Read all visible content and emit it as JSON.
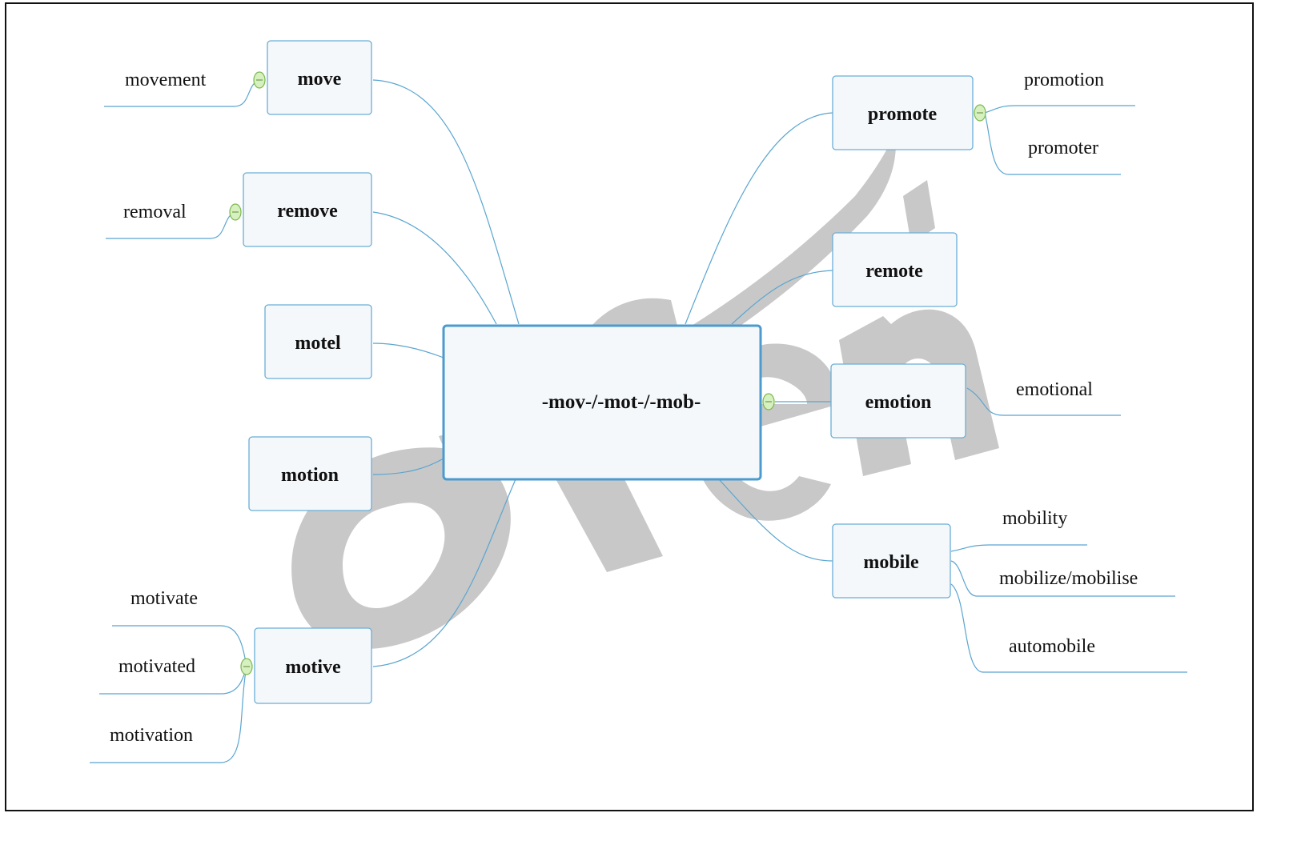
{
  "center": {
    "label": "-mov-/-mot-/-mob-"
  },
  "watermark": {
    "text": "ofen",
    "color": "#c8c8c8"
  },
  "colors": {
    "line": "#5aa5d0",
    "node_border": "#6aaed6",
    "node_fill": "#f4f8fb",
    "collapse_fill": "#d6f0c0",
    "collapse_border": "#7ab84a"
  },
  "branches": [
    {
      "label": "move",
      "children": [
        "movement"
      ]
    },
    {
      "label": "remove",
      "children": [
        "removal"
      ]
    },
    {
      "label": "motel",
      "children": []
    },
    {
      "label": "motion",
      "children": []
    },
    {
      "label": "motive",
      "children": [
        "motivate",
        "motivated",
        "motivation"
      ]
    },
    {
      "label": "promote",
      "children": [
        "promotion",
        "promoter"
      ]
    },
    {
      "label": "remote",
      "children": []
    },
    {
      "label": "emotion",
      "children": [
        "emotional"
      ]
    },
    {
      "label": "mobile",
      "children": [
        "mobility",
        "mobilize/mobilise",
        "automobile"
      ]
    }
  ]
}
